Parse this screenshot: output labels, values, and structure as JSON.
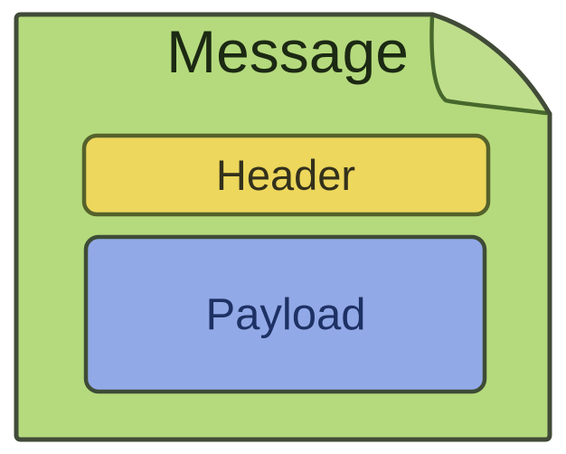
{
  "diagram": {
    "type": "note-structure-diagram",
    "title": "Message",
    "blocks": [
      {
        "label": "Header"
      },
      {
        "label": "Payload"
      }
    ],
    "colors": {
      "note_fill": "#b5da7d",
      "note_border": "#414b38",
      "fold_fill": "#bede8b",
      "fold_line": "#46682c",
      "title_text": "#1c2913",
      "header_fill": "#edd75c",
      "header_border": "#55612b",
      "header_text": "#33301c",
      "payload_fill": "#92a9e7",
      "payload_border": "#3e4c36",
      "payload_text": "#1e3164",
      "background": "#ffffff"
    }
  }
}
